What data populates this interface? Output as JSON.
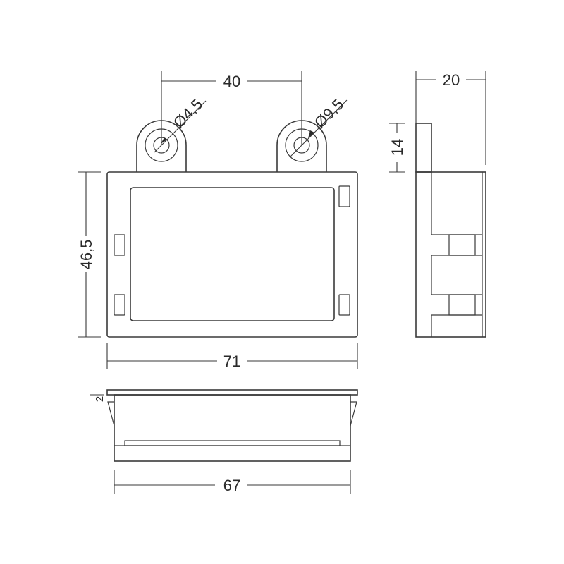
{
  "drawing": {
    "title": "Panel-mount enclosure dimensional drawing",
    "line_color": "#3a3a3a",
    "background": "#ffffff",
    "front_view": {
      "dimensions": {
        "hole_spacing": "40",
        "small_hole_diameter": "Ø4,5",
        "large_hole_diameter": "Ø9,5",
        "height": "46,5",
        "width": "71"
      }
    },
    "side_view": {
      "dimensions": {
        "depth": "20",
        "tab_height": "14"
      }
    },
    "bottom_view": {
      "dimensions": {
        "flange_thickness": "2",
        "body_width": "67"
      }
    }
  }
}
